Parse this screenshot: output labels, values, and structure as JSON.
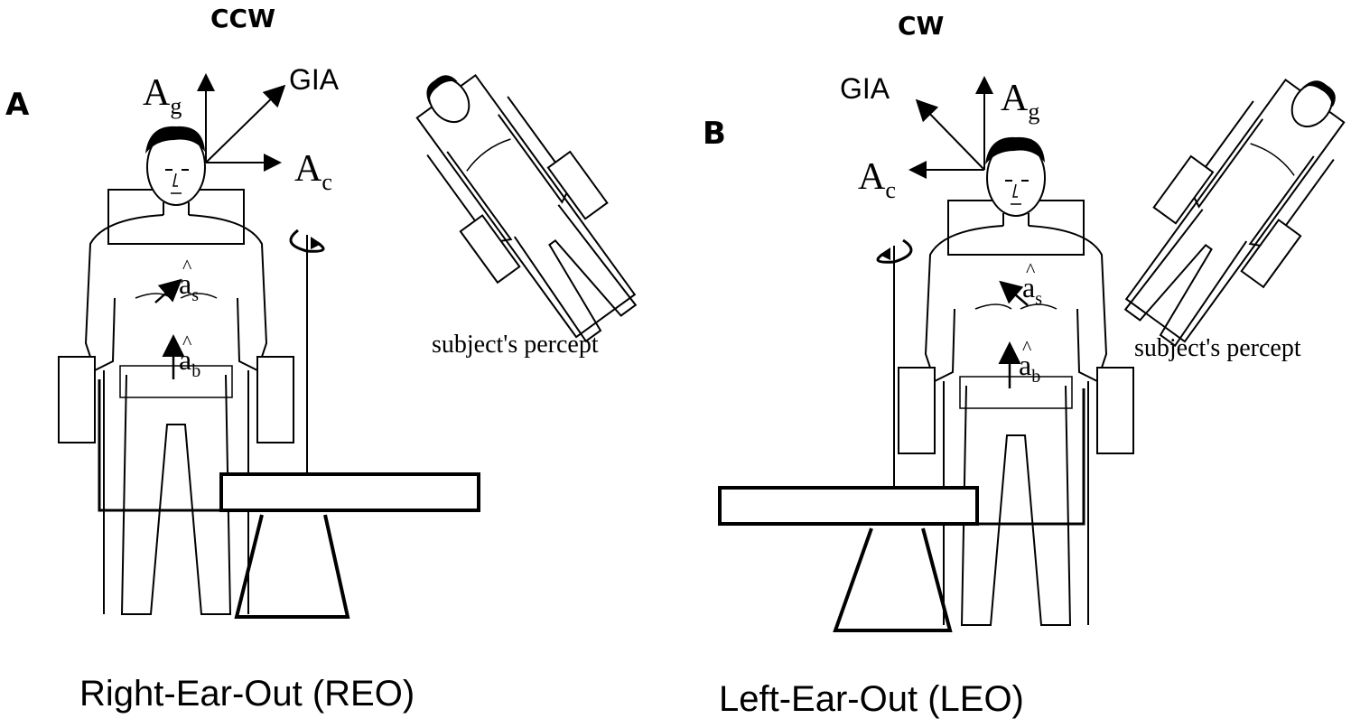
{
  "panel_a": {
    "letter": "A",
    "rotation": "CCW",
    "gia": "GIA",
    "ag_base": "A",
    "ag_sub": "g",
    "ac_base": "A",
    "ac_sub": "c",
    "as_base": "a",
    "as_sub": "s",
    "ab_base": "a",
    "ab_sub": "b",
    "percept": "subject's percept",
    "caption": "Right-Ear-Out (REO)"
  },
  "panel_b": {
    "letter": "B",
    "rotation": "CW",
    "gia": "GIA",
    "ag_base": "A",
    "ag_sub": "g",
    "ac_base": "A",
    "ac_sub": "c",
    "as_base": "a",
    "as_sub": "s",
    "ab_base": "a",
    "ab_sub": "b",
    "percept": "subject's percept",
    "caption": "Left-Ear-Out (LEO)"
  },
  "hat_glyph": "^"
}
